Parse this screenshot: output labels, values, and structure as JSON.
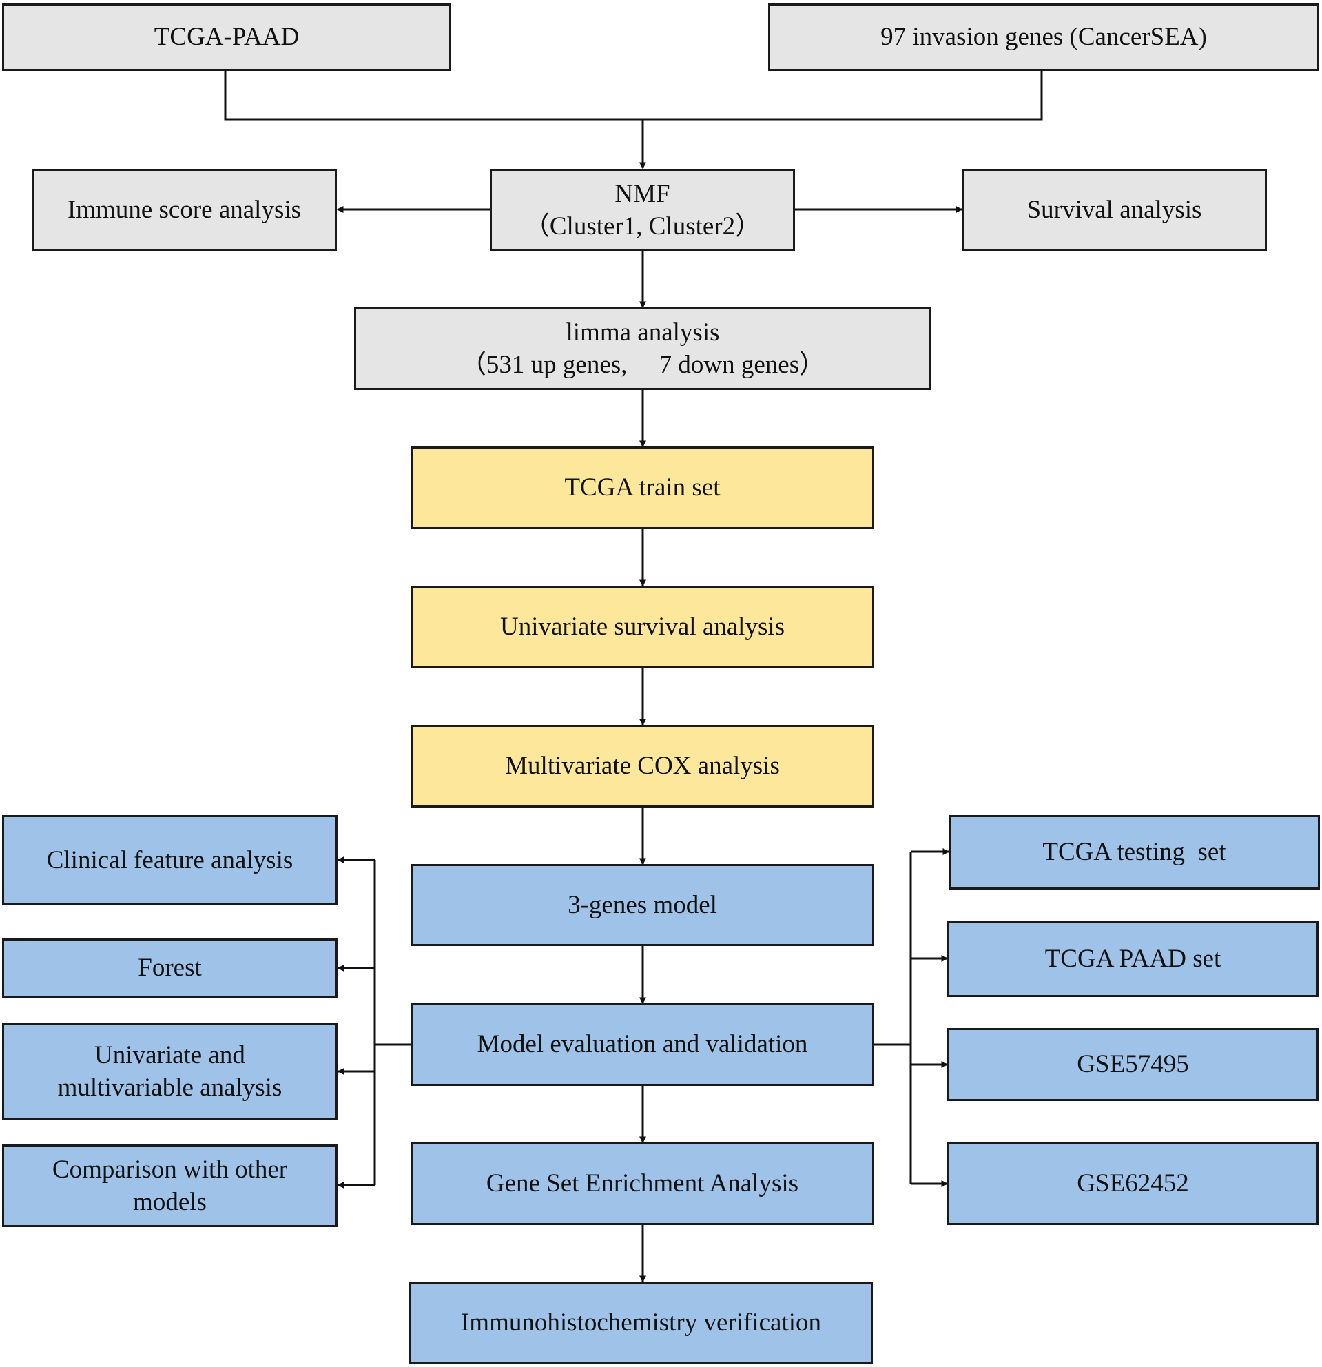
{
  "colors": {
    "gray": "#e6e5e6",
    "yellow": "#fde79b",
    "blue": "#9fc3e8",
    "line": "#111111"
  },
  "nodes": {
    "tcga_paad": {
      "line1": "TCGA-PAAD"
    },
    "invasion_genes": {
      "line1": "97 invasion genes (CancerSEA)"
    },
    "immune_score": {
      "line1": "Immune score analysis"
    },
    "nmf": {
      "line1": "NMF",
      "line2": "（Cluster1, Cluster2）"
    },
    "survival": {
      "line1": "Survival analysis"
    },
    "limma": {
      "line1": "limma analysis",
      "line2": "（531 up genes,     7 down genes）"
    },
    "train_set": {
      "line1": "TCGA train set"
    },
    "univariate_survival": {
      "line1": "Univariate survival analysis"
    },
    "multivariate_cox": {
      "line1": "Multivariate COX analysis"
    },
    "three_genes_model": {
      "line1": "3-genes model"
    },
    "model_evaluation": {
      "line1": "Model evaluation and validation"
    },
    "gsea": {
      "line1": "Gene Set Enrichment Analysis"
    },
    "ihc": {
      "line1": "Immunohistochemistry verification"
    },
    "clinical_feature": {
      "line1": "Clinical feature analysis"
    },
    "forest": {
      "line1": "Forest"
    },
    "uni_multi": {
      "line1": "Univariate and",
      "line2": "multivariable analysis"
    },
    "comparison": {
      "line1": "Comparison with other",
      "line2": "models"
    },
    "testing_set": {
      "line1": "TCGA testing  set"
    },
    "paad_set": {
      "line1": "TCGA PAAD set"
    },
    "gse57495": {
      "line1": "GSE57495"
    },
    "gse62452": {
      "line1": "GSE62452"
    }
  }
}
